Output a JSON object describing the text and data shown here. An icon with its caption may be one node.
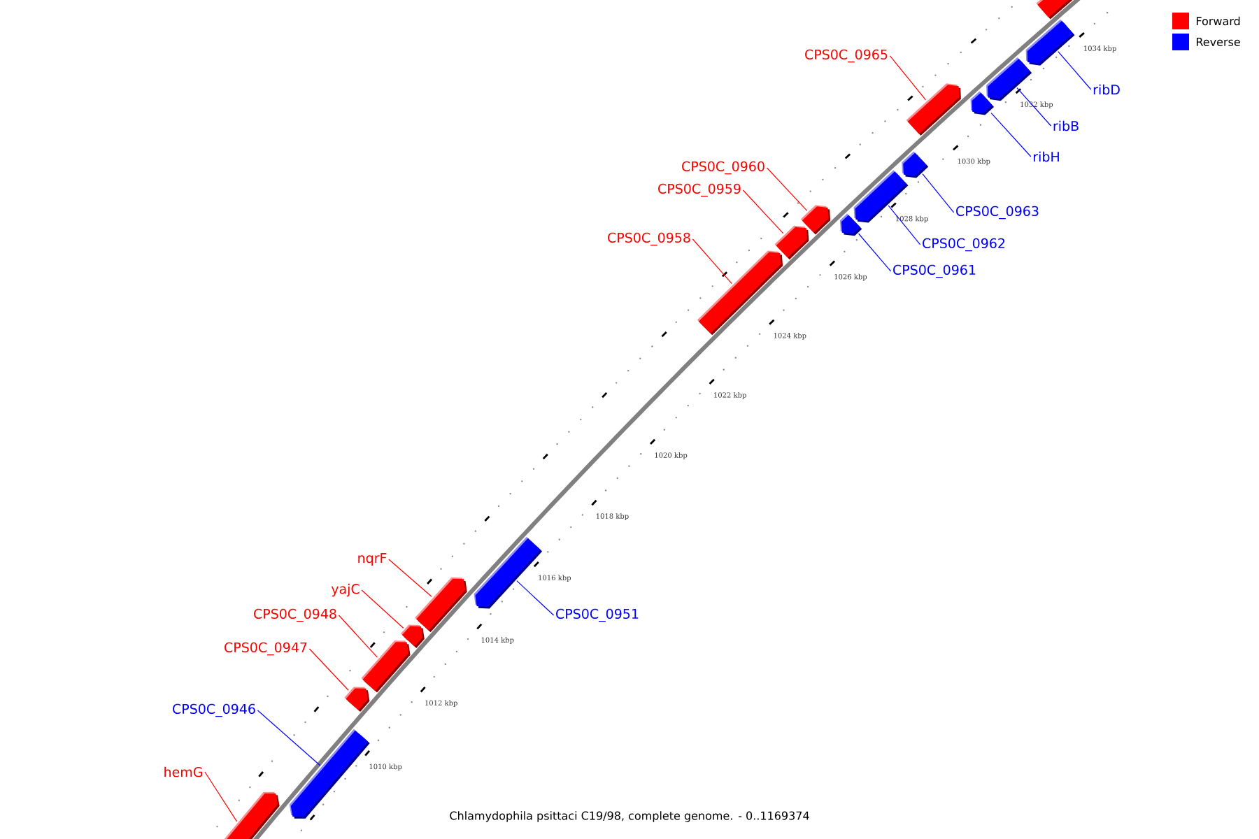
{
  "diagram": {
    "caption": "Chlamydophila psittaci C19/98, complete genome. - 0..1169374",
    "nodes": [
      {
        "text": [
          "CPS0C_0965"
        ]
      },
      {
        "text": [
          "ribD"
        ]
      },
      {
        "text": [
          "ribB"
        ]
      },
      {
        "text": [
          "ribH"
        ]
      },
      {
        "text": [
          "CPS0C_0960"
        ]
      },
      {
        "text": [
          "CPS0C_0959"
        ]
      },
      {
        "text": [
          "CPS0C_0963"
        ]
      },
      {
        "text": [
          "CPS0C_0958"
        ]
      },
      {
        "text": [
          "CPS0C_0962"
        ]
      },
      {
        "text": [
          "CPS0C_0961"
        ]
      },
      {
        "text": [
          "nqrF"
        ]
      },
      {
        "text": [
          "yajC"
        ]
      },
      {
        "text": [
          "CPS0C_0951"
        ]
      },
      {
        "text": [
          "CPS0C_0948"
        ]
      },
      {
        "text": [
          "CPS0C_0947"
        ]
      },
      {
        "text": [
          "CPS0C_0946"
        ]
      },
      {
        "text": [
          "hemG"
        ]
      },
      {
        "text": [],
        "shape": "bar"
      },
      {
        "text": [],
        "shape": "bar"
      },
      {
        "text": [],
        "shape": "bar"
      },
      {
        "text": [],
        "shape": "bar"
      },
      {
        "text": [],
        "shape": "bar"
      },
      {
        "text": [],
        "shape": "bar"
      },
      {
        "text": [],
        "shape": "bar"
      },
      {
        "text": [],
        "shape": "bar"
      },
      {
        "text": [],
        "shape": "bar"
      },
      {
        "text": [],
        "shape": "bar"
      },
      {
        "text": [],
        "shape": "bar"
      },
      {
        "text": [],
        "shape": "bar"
      },
      {
        "text": [],
        "shape": "bar"
      },
      {
        "text": [],
        "shape": "bar"
      },
      {
        "text": [],
        "shape": "bar"
      },
      {
        "text": [],
        "shape": "bar"
      },
      {
        "text": [],
        "shape": "bar"
      },
      {
        "text": [],
        "shape": "bar"
      }
    ],
    "edges": [
      {
        "from": 0,
        "to": 21,
        "arrow": "none"
      },
      {
        "from": 1,
        "to": 18,
        "arrow": "none",
        "color": "#0000ff"
      },
      {
        "from": 2,
        "to": 19,
        "arrow": "none",
        "color": "#0000ff"
      },
      {
        "from": 3,
        "to": 20,
        "arrow": "none",
        "color": "#0000ff"
      },
      {
        "from": 4,
        "to": 24,
        "arrow": "none"
      },
      {
        "from": 5,
        "to": 26,
        "arrow": "none"
      },
      {
        "from": 6,
        "to": 22,
        "arrow": "none",
        "color": "#0000ff"
      },
      {
        "from": 7,
        "to": 27,
        "arrow": "none"
      },
      {
        "from": 8,
        "to": 23,
        "arrow": "none",
        "color": "#0000ff"
      },
      {
        "from": 9,
        "to": 25,
        "arrow": "none",
        "color": "#0000ff"
      },
      {
        "from": 10,
        "to": 29,
        "arrow": "none"
      },
      {
        "from": 11,
        "to": 30,
        "arrow": "none"
      },
      {
        "from": 12,
        "to": 28,
        "arrow": "none",
        "color": "#0000ff"
      },
      {
        "from": 13,
        "to": 31,
        "arrow": "none"
      },
      {
        "from": 14,
        "to": 32,
        "arrow": "none"
      },
      {
        "from": 15,
        "to": 33,
        "arrow": "none",
        "color": "#0000ff"
      },
      {
        "from": 16,
        "to": 34,
        "arrow": "none"
      }
    ],
    "labels": [
      "1034 kbp",
      "1032 kbp",
      "1030 kbp",
      "1028 kbp",
      "1026 kbp",
      "1024 kbp",
      "1022 kbp",
      "1020 kbp",
      "1018 kbp",
      "1016 kbp",
      "1014 kbp",
      "1012 kbp",
      "1010 kbp"
    ],
    "legend": [
      {
        "text": "Forward",
        "color": "#ff0000"
      },
      {
        "text": "Reverse",
        "color": "#0000ff"
      }
    ]
  }
}
